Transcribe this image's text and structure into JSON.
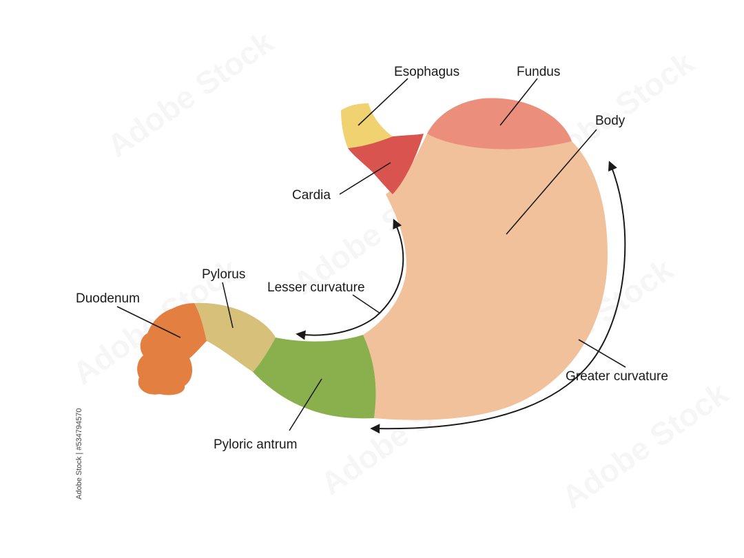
{
  "labels": {
    "esophagus": "Esophagus",
    "fundus": "Fundus",
    "body": "Body",
    "cardia": "Cardia",
    "pylorus": "Pylorus",
    "duodenum": "Duodenum",
    "lesser_curvature": "Lesser curvature",
    "greater_curvature": "Greater curvature",
    "pyloric_antrum": "Pyloric antrum"
  },
  "watermark": {
    "text": "Adobe Stock",
    "stock_id": "Adobe Stock | #534794570"
  },
  "colors": {
    "esophagus": "#f0d270",
    "cardia": "#d9534f",
    "fundus": "#eb8f7c",
    "body": "#f1c19b",
    "pyloric_antrum": "#8ab04e",
    "pylorus": "#d6c07a",
    "duodenum": "#e37f41",
    "line": "#1a1a1a"
  }
}
